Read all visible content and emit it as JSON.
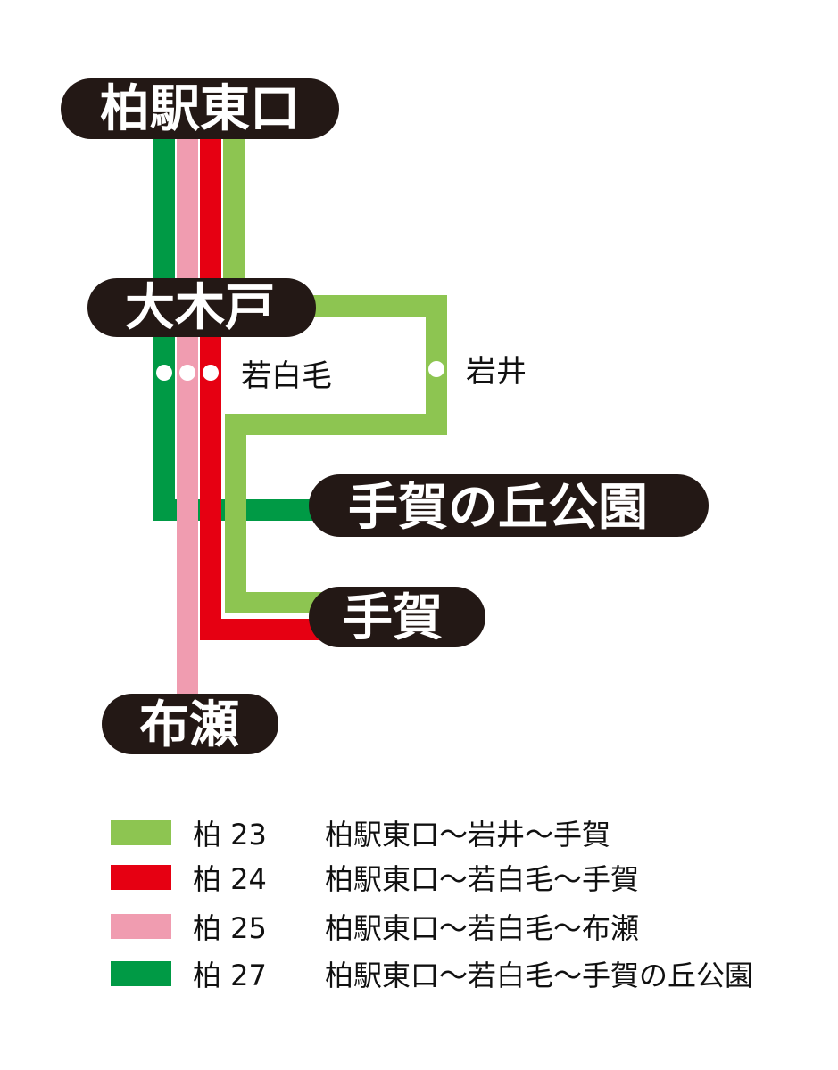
{
  "colors": {
    "light_green": "#8dc551",
    "red": "#e60012",
    "pink": "#f09cb0",
    "dark_green": "#009a45",
    "station_bg": "#231815",
    "station_text": "#ffffff"
  },
  "stations": {
    "kashiwa_east": "柏駅東口",
    "okido": "大木戸",
    "tega_park": "手賀の丘公園",
    "tega": "手賀",
    "fuse": "布瀬"
  },
  "stops": {
    "wakashirage": "若白毛",
    "iwai": "岩井"
  },
  "legend": [
    {
      "route": "柏 23",
      "description": "柏駅東口〜岩井〜手賀",
      "color": "#8dc551"
    },
    {
      "route": "柏 24",
      "description": "柏駅東口〜若白毛〜手賀",
      "color": "#e60012"
    },
    {
      "route": "柏 25",
      "description": "柏駅東口〜若白毛〜布瀬",
      "color": "#f09cb0"
    },
    {
      "route": "柏 27",
      "description": "柏駅東口〜若白毛〜手賀の丘公園",
      "color": "#009a45"
    }
  ]
}
